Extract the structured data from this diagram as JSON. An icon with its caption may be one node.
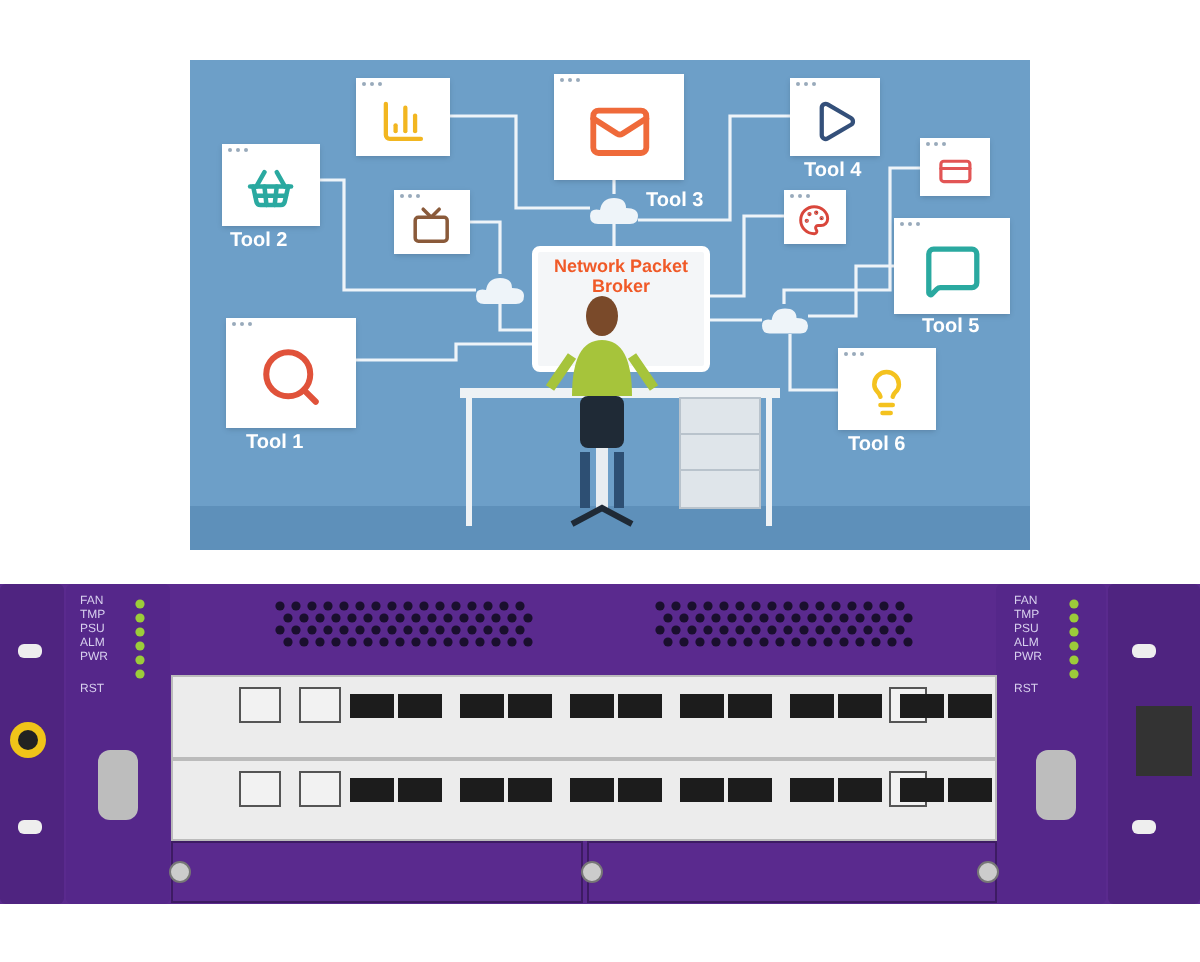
{
  "diagram": {
    "nodes": [
      {
        "text": [
          "Network Packet Broker"
        ]
      },
      {
        "text": [
          "Tool 1"
        ]
      },
      {
        "text": [
          "Tool 2"
        ]
      },
      {
        "text": [
          "Tool 3"
        ]
      },
      {
        "text": [
          "Tool 4"
        ]
      },
      {
        "text": [
          "Tool 5"
        ]
      },
      {
        "text": [
          "Tool 6"
        ]
      },
      {
        "text": [],
        "shape": "picture"
      },
      {
        "text": [],
        "shape": "picture"
      },
      {
        "text": [],
        "shape": "picture"
      },
      {
        "text": [],
        "shape": "picture"
      },
      {
        "text": [],
        "shape": "cloud"
      },
      {
        "text": [],
        "shape": "cloud"
      },
      {
        "text": [],
        "shape": "cloud"
      }
    ],
    "edges": [
      {
        "from": 2,
        "to": 11,
        "arrow": "none"
      },
      {
        "from": 8,
        "to": 11,
        "arrow": "none"
      },
      {
        "from": 11,
        "to": 0,
        "arrow": "none"
      },
      {
        "from": 1,
        "to": 0,
        "arrow": "none"
      },
      {
        "from": 7,
        "to": 12,
        "arrow": "none"
      },
      {
        "from": 3,
        "to": 12,
        "arrow": "none"
      },
      {
        "from": 4,
        "to": 12,
        "arrow": "none"
      },
      {
        "from": 12,
        "to": 0,
        "arrow": "none"
      },
      {
        "from": 0,
        "to": 13,
        "arrow": "none"
      },
      {
        "from": 9,
        "to": 0,
        "arrow": "none"
      },
      {
        "from": 10,
        "to": 13,
        "arrow": "none"
      },
      {
        "from": 5,
        "to": 13,
        "arrow": "none"
      },
      {
        "from": 6,
        "to": 13,
        "arrow": "none"
      }
    ],
    "labels": [
      "FAN",
      "TMP",
      "PSU",
      "ALM",
      "PWR",
      "RST",
      "FAN",
      "TMP",
      "PSU",
      "ALM",
      "PWR",
      "RST"
    ]
  }
}
